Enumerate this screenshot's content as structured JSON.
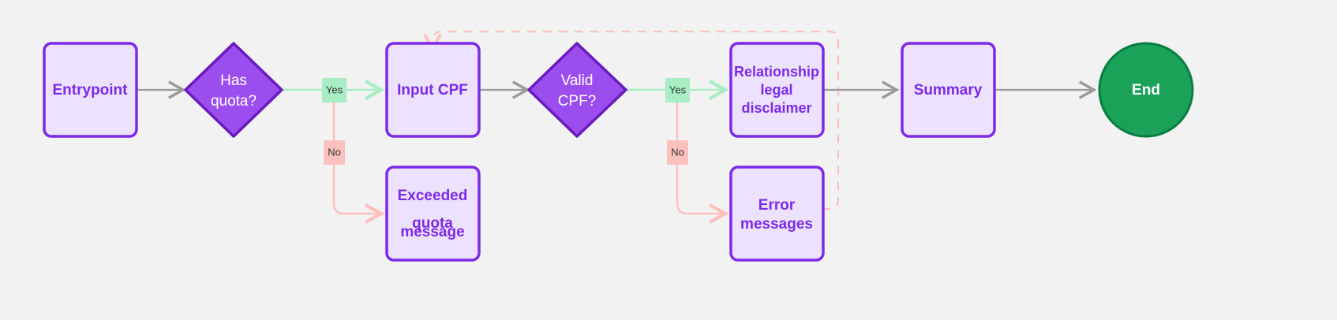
{
  "diagram": {
    "type": "flowchart",
    "background_color": "#f2f2f2",
    "direction": "left-to-right",
    "palette": {
      "process_fill": "#ece2fd",
      "process_stroke": "#7c2ae8",
      "process_text": "#7c2ae8",
      "decision_fill": "#9b4ded",
      "decision_stroke": "#6a1bbd",
      "decision_text": "#ffffff",
      "terminator_fill": "#1aa259",
      "terminator_stroke": "#0a7d42",
      "terminator_text": "#ffffff",
      "edge_default": "#9a9a9a",
      "edge_yes": "#a8edc3",
      "edge_no": "#fcc0bd"
    },
    "nodes": [
      {
        "id": "entrypoint",
        "shape": "rounded-rect",
        "label": "Entrypoint"
      },
      {
        "id": "has-quota",
        "shape": "diamond",
        "label_line1": "Has",
        "label_line2": "quota?"
      },
      {
        "id": "input-cpf",
        "shape": "rounded-rect",
        "label": "Input CPF"
      },
      {
        "id": "exceeded",
        "shape": "rounded-rect",
        "label_line1": "Exceeded",
        "label_line2": "quota",
        "label_line3": "message"
      },
      {
        "id": "valid-cpf",
        "shape": "diamond",
        "label_line1": "Valid",
        "label_line2": "CPF?"
      },
      {
        "id": "disclaimer",
        "shape": "rounded-rect",
        "label_line1": "Relationship",
        "label_line2": "legal",
        "label_line3": "disclaimer"
      },
      {
        "id": "error-msgs",
        "shape": "rounded-rect",
        "label_line1": "Error",
        "label_line2": "messages"
      },
      {
        "id": "summary",
        "shape": "rounded-rect",
        "label": "Summary"
      },
      {
        "id": "end",
        "shape": "circle",
        "label": "End"
      }
    ],
    "edges": [
      {
        "id": "e1",
        "from": "entrypoint",
        "to": "has-quota",
        "label": "",
        "style": "solid",
        "color": "#9a9a9a"
      },
      {
        "id": "e2",
        "from": "has-quota",
        "to": "input-cpf",
        "label": "Yes",
        "style": "solid",
        "color": "#a8edc3"
      },
      {
        "id": "e3",
        "from": "has-quota",
        "to": "exceeded",
        "label": "No",
        "style": "solid",
        "color": "#fcc0bd"
      },
      {
        "id": "e4",
        "from": "input-cpf",
        "to": "valid-cpf",
        "label": "",
        "style": "solid",
        "color": "#9a9a9a"
      },
      {
        "id": "e5",
        "from": "valid-cpf",
        "to": "disclaimer",
        "label": "Yes",
        "style": "solid",
        "color": "#a8edc3"
      },
      {
        "id": "e6",
        "from": "valid-cpf",
        "to": "error-msgs",
        "label": "No",
        "style": "solid",
        "color": "#fcc0bd"
      },
      {
        "id": "e7",
        "from": "error-msgs",
        "to": "input-cpf",
        "label": "",
        "style": "dashed",
        "color": "#fcc0bd"
      },
      {
        "id": "e8",
        "from": "disclaimer",
        "to": "summary",
        "label": "",
        "style": "solid",
        "color": "#9a9a9a"
      },
      {
        "id": "e9",
        "from": "summary",
        "to": "end",
        "label": "",
        "style": "solid",
        "color": "#9a9a9a"
      }
    ],
    "edge_labels": {
      "yes": "Yes",
      "no": "No"
    }
  }
}
